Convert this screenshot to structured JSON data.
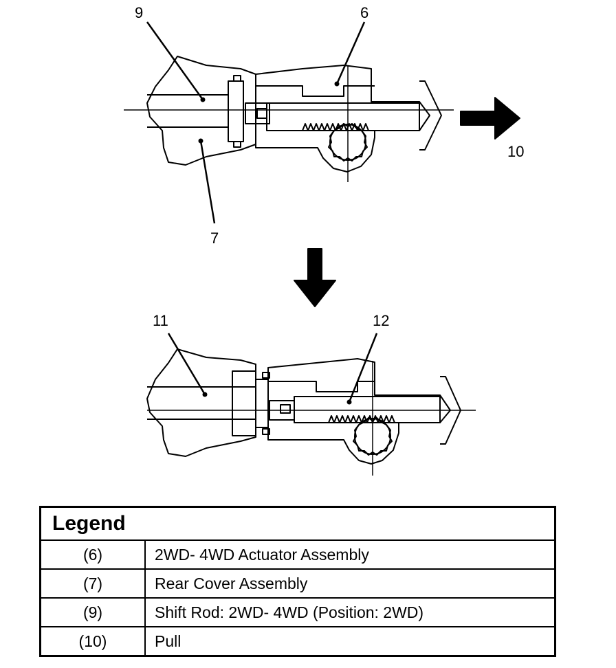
{
  "callouts": {
    "c9": "9",
    "c6": "6",
    "c10": "10",
    "c7": "7",
    "c11": "11",
    "c12": "12"
  },
  "legend": {
    "title": "Legend",
    "rows": [
      {
        "num": "(6)",
        "desc": "2WD- 4WD Actuator Assembly"
      },
      {
        "num": "(7)",
        "desc": "Rear Cover Assembly"
      },
      {
        "num": "(9)",
        "desc": "Shift Rod: 2WD- 4WD (Position: 2WD)"
      },
      {
        "num": "(10)",
        "desc": "Pull"
      }
    ]
  }
}
